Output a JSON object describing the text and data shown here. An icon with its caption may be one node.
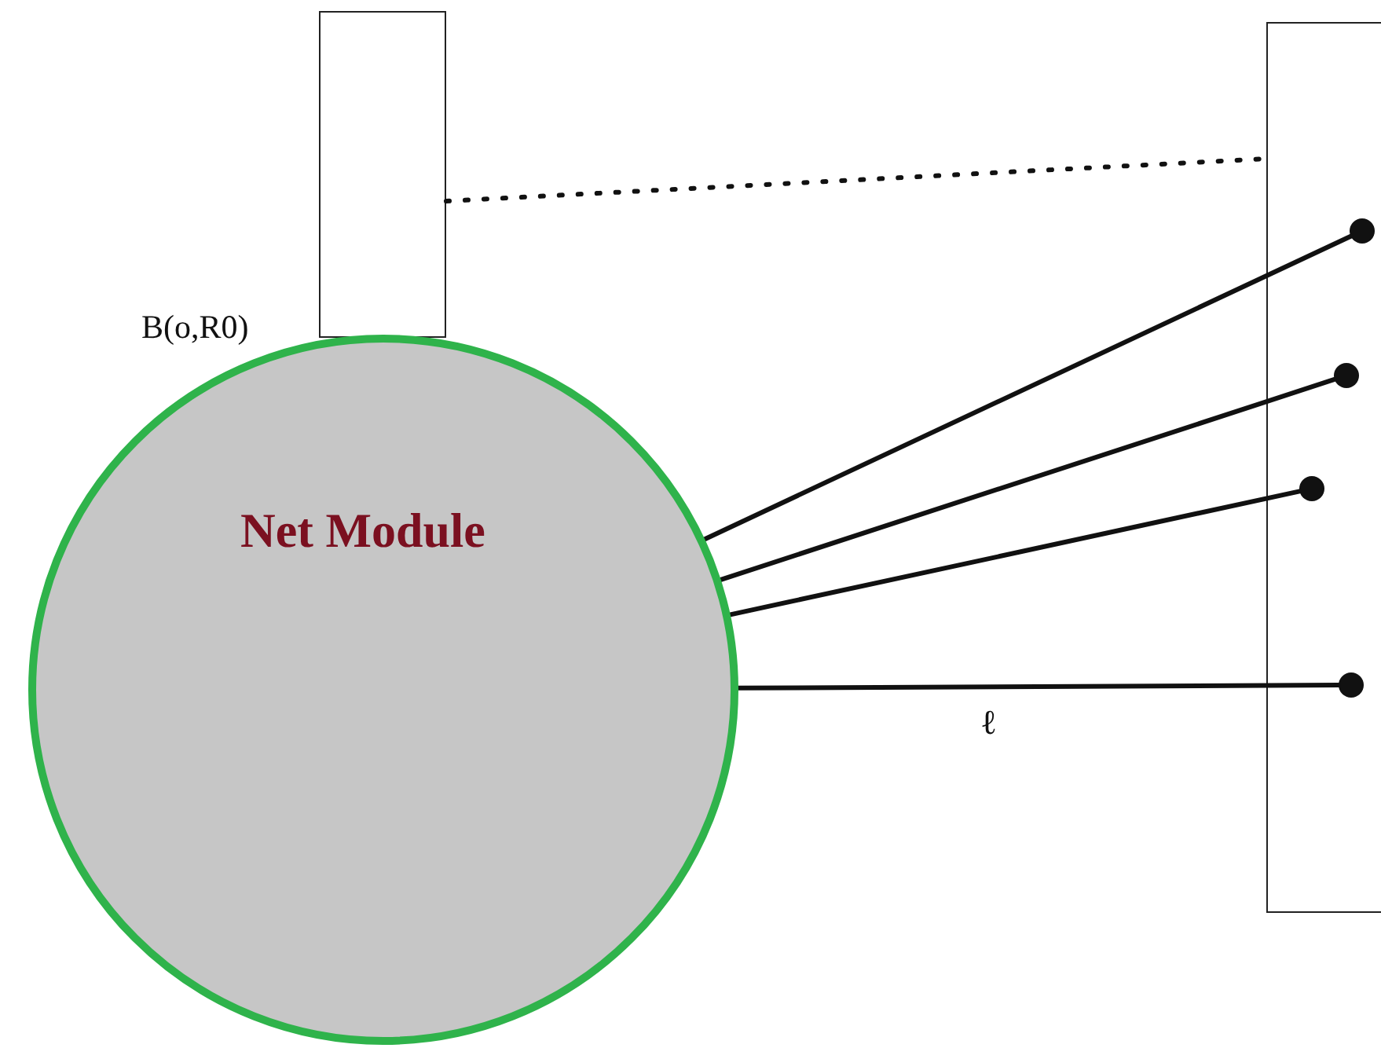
{
  "diagram": {
    "nodes": [
      {
        "text": [],
        "shape": "box"
      },
      {
        "text": [],
        "shape": "box"
      },
      {
        "text": [
          "Net Module"
        ],
        "beside": [
          "B(o,R0)"
        ]
      },
      {
        "text": [],
        "shape": "circle",
        "in": 1
      },
      {
        "text": [],
        "shape": "circle",
        "in": 1
      },
      {
        "text": [],
        "shape": "circle",
        "in": 1
      },
      {
        "text": [],
        "shape": "circle",
        "in": 1
      }
    ],
    "edges": [
      {
        "from": 2,
        "to": 3,
        "arrow": "none"
      },
      {
        "from": 2,
        "to": 4,
        "arrow": "none"
      },
      {
        "from": 2,
        "to": 5,
        "arrow": "none"
      },
      {
        "from": 2,
        "to": 6,
        "arrow": "none",
        "label": "ℓ"
      },
      {
        "from": 0,
        "to": 1,
        "arrow": "none",
        "style": "dashed"
      }
    ]
  }
}
